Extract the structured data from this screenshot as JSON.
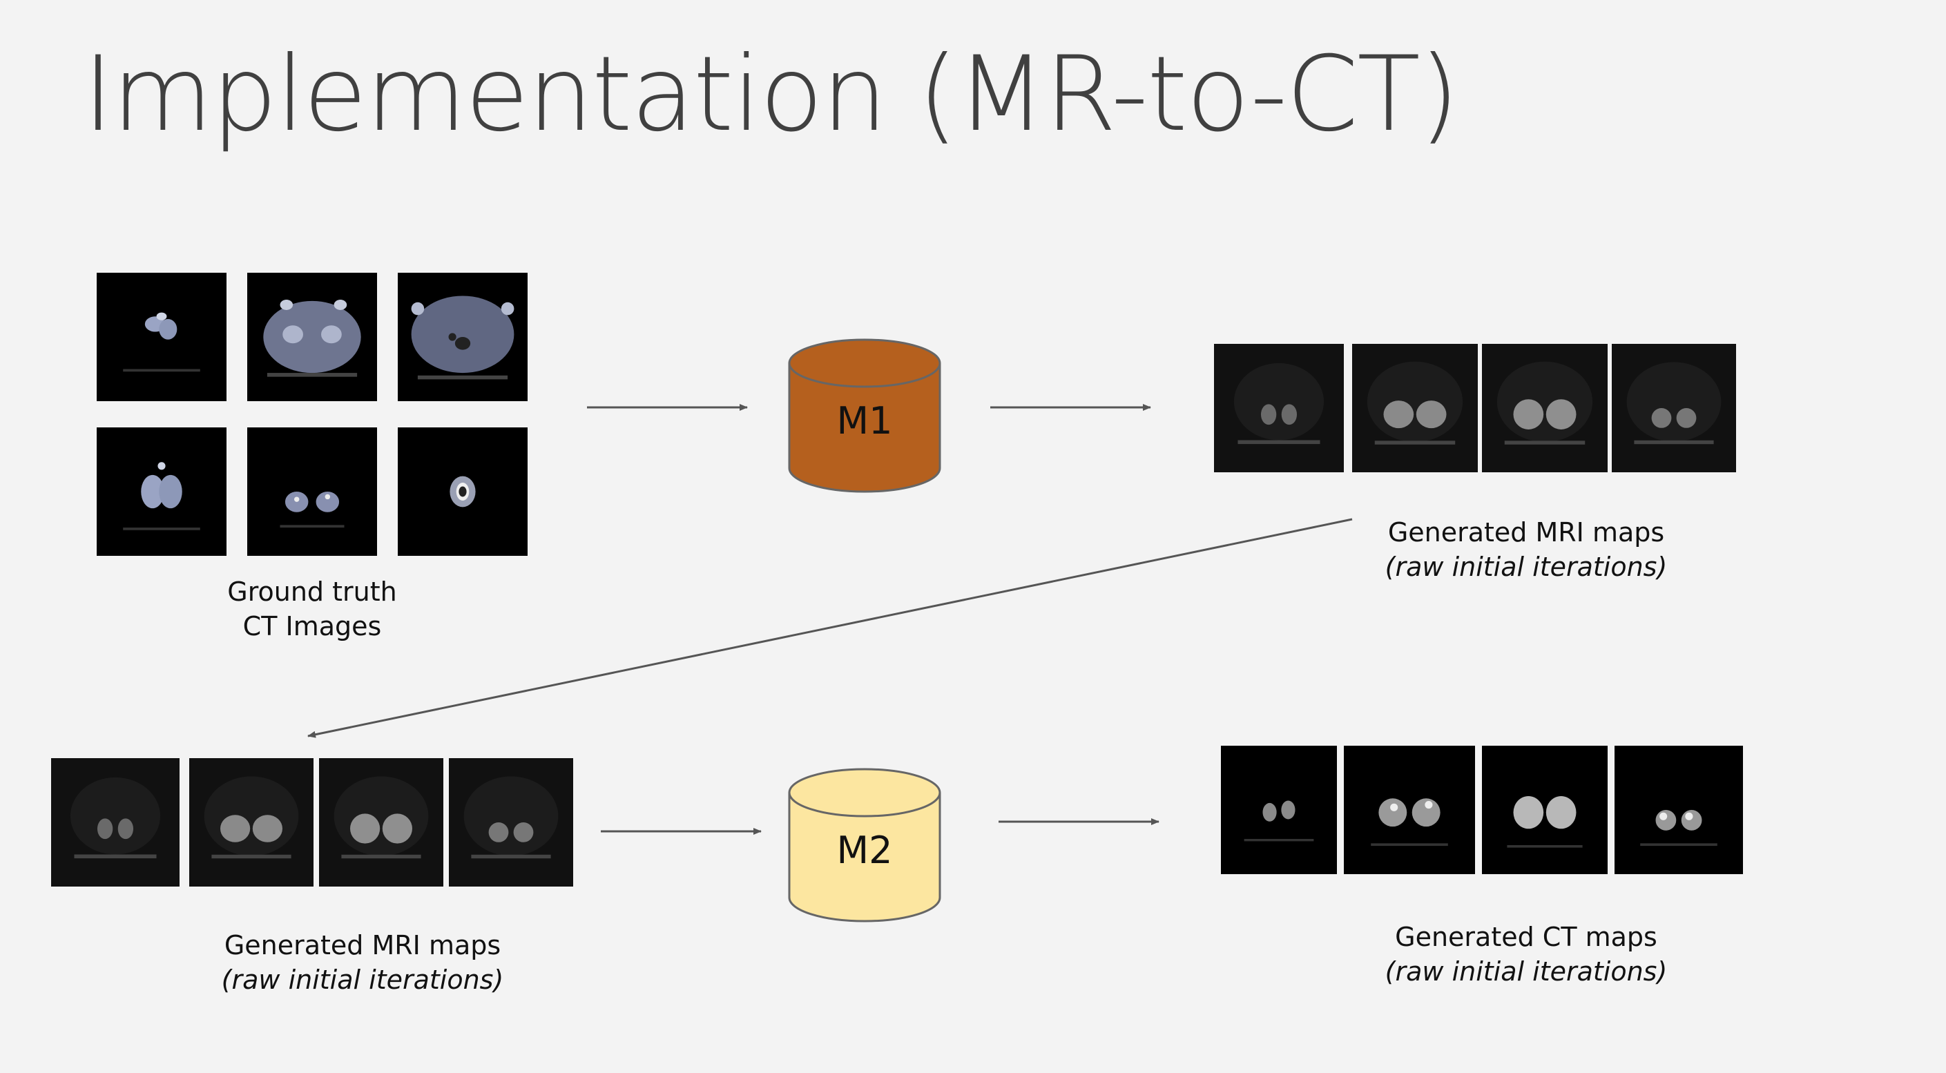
{
  "title": "Implementation (MR-to-CT)",
  "models": {
    "m1": {
      "label": "M1",
      "color": "#b5601e"
    },
    "m2": {
      "label": "M2",
      "color": "#fce6a0"
    }
  },
  "captions": {
    "ground_truth": {
      "line1": "Ground truth",
      "line2": "CT Images"
    },
    "mri_top": {
      "line1": "Generated MRI maps",
      "line2": "(raw initial iterations)"
    },
    "mri_bottom": {
      "line1": "Generated MRI maps",
      "line2": "(raw initial iterations)"
    },
    "ct_out": {
      "line1": "Generated CT maps",
      "line2": "(raw initial iterations)"
    }
  },
  "colors": {
    "background": "#f3f3f3",
    "arrow": "#555555",
    "title": "#404040"
  }
}
